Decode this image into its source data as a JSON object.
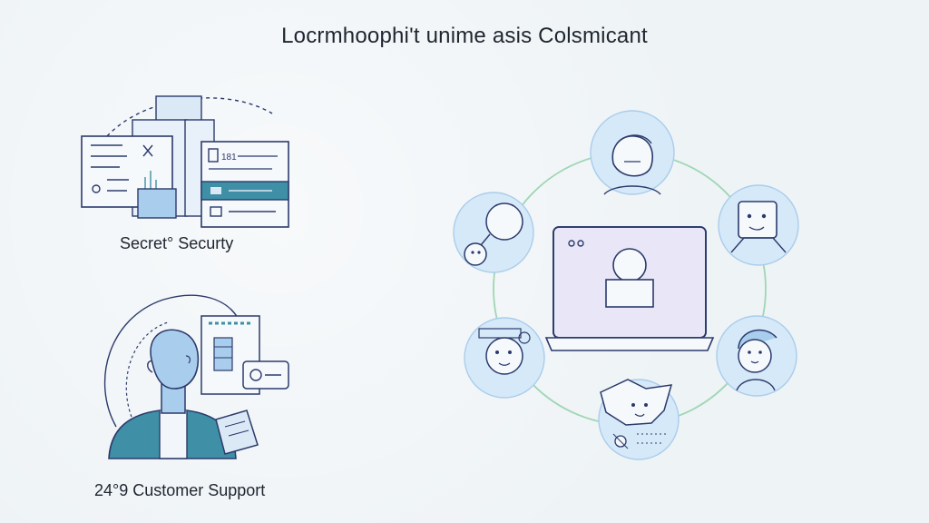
{
  "title": "Locrmhoophi't unime asis Colsmicant",
  "sections": {
    "security": {
      "label": "Secret° Securty"
    },
    "support": {
      "label": "24°9 Customer Support"
    }
  },
  "colors": {
    "outline": "#2b3a6b",
    "light_blue": "#d6e9f8",
    "mid_blue": "#a9cdec",
    "teal": "#3f8fa6",
    "green_ring": "#9fd6b4",
    "lavender": "#e9e7f7"
  },
  "icons": {
    "documents": "documents-stack-icon",
    "person_support": "support-agent-icon",
    "laptop": "laptop-user-icon",
    "network_people": "network-person-icon"
  }
}
